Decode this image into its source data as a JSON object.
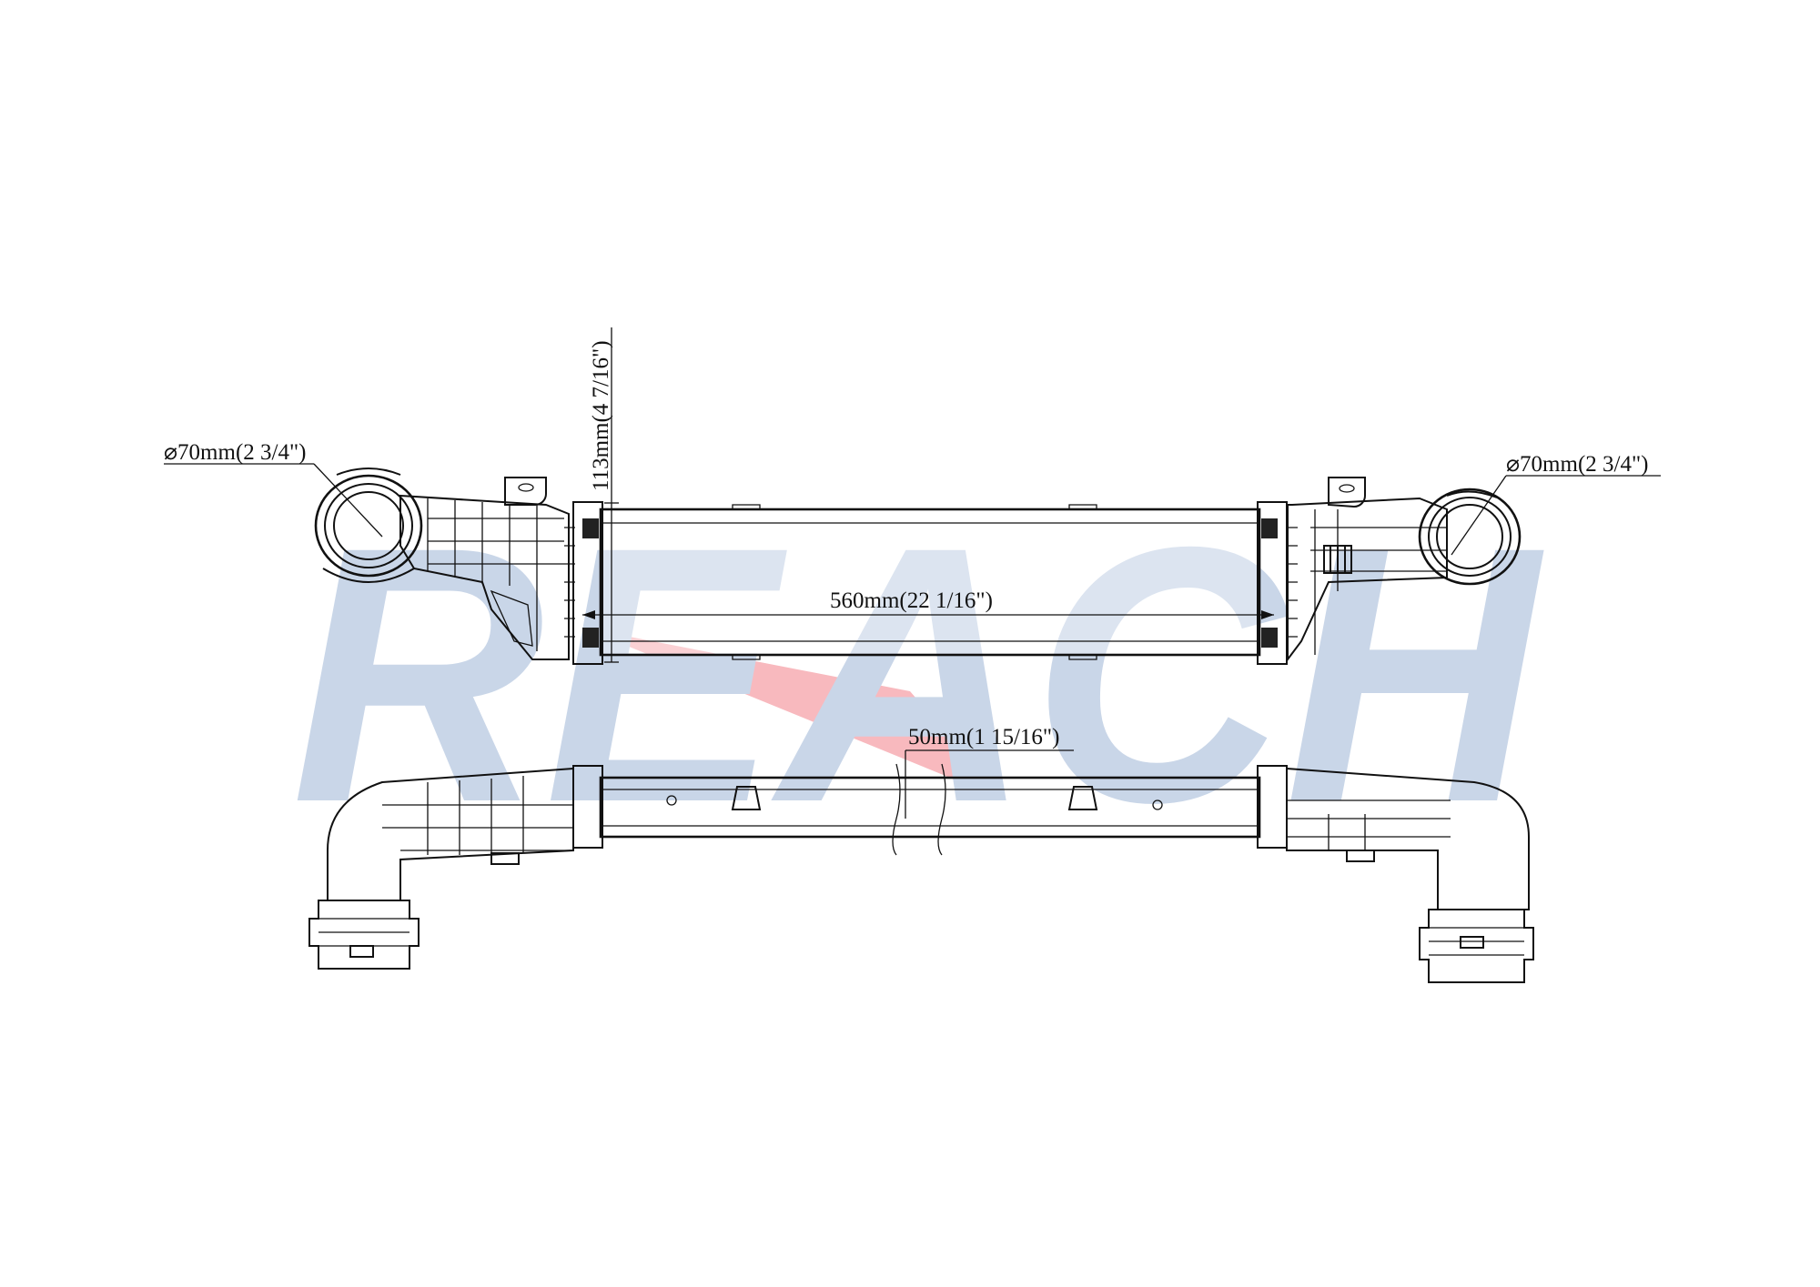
{
  "watermark": {
    "text": "REACH",
    "color": "#c9d6e8",
    "accent_color": "#f8b9be"
  },
  "dimensions": {
    "left_port": "⌀70mm(2 3/4\")",
    "right_port": "⌀70mm(2 3/4\")",
    "height": "113mm(4 7/16\")",
    "length": "560mm(22 1/16\")",
    "depth": "50mm(1 15/16\")"
  }
}
